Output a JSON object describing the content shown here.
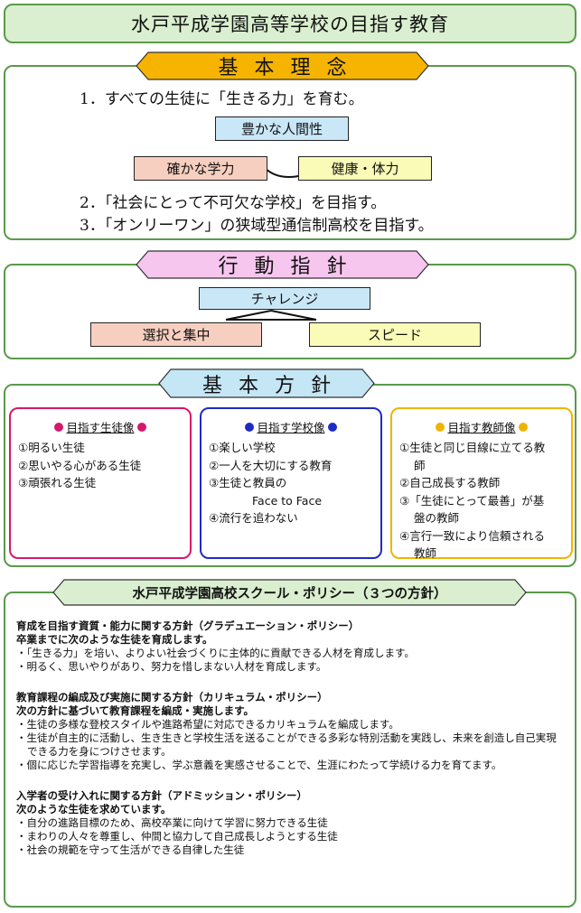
{
  "title": "水戸平成学園高等学校の目指す教育",
  "kihon_rinen": {
    "heading": "基本理念",
    "item1": "1．すべての生徒に「生きる力」を育む。",
    "box_top": "豊かな人間性",
    "box_left": "確かな学力",
    "box_right": "健康・体力",
    "item2": "2．「社会にとって不可欠な学校」を目指す。",
    "item3": "3．「オンリーワン」の狭域型通信制高校を目指す。"
  },
  "koudou_shishin": {
    "heading": "行動指針",
    "box_top": "チャレンジ",
    "box_left": "選択と集中",
    "box_right": "スピード"
  },
  "kihon_houshin": {
    "heading": "基本方針",
    "columns": [
      {
        "title": "目指す生徒像",
        "items": [
          "①明るい生徒",
          "②思いやる心がある生徒",
          "③頑張れる生徒"
        ]
      },
      {
        "title": "目指す学校像",
        "items": [
          "①楽しい学校",
          "②一人を大切にする教育",
          "③生徒と教員の",
          "Face to Face",
          "④流行を追わない"
        ]
      },
      {
        "title": "目指す教師像",
        "items": [
          "①生徒と同じ目線に立てる教",
          "師",
          "②自己成長する教師",
          "③「生徒にとって最善」が基",
          "盤の教師",
          "④言行一致により信頼される",
          "教師"
        ]
      }
    ]
  },
  "school_policy": {
    "heading": "水戸平成学園高校スクール・ポリシー（３つの方針）",
    "blocks": [
      {
        "title": "育成を目指す資質・能力に関する方針（グラデュエーション・ポリシー）",
        "subtitle": "卒業までに次のような生徒を育成します。",
        "items": [
          "・「生きる力」を培い、よりよい社会づくりに主体的に貢献できる人材を育成します。",
          "・明るく、思いやりがあり、努力を惜しまない人材を育成します。"
        ]
      },
      {
        "title": "教育課程の編成及び実施に関する方針（カリキュラム・ポリシー）",
        "subtitle": "次の方針に基づいて教育課程を編成・実施します。",
        "items": [
          "・生徒の多様な登校スタイルや進路希望に対応できるカリキュラムを編成します。",
          "・生徒が自主的に活動し、生き生きと学校生活を送ることができる多彩な特別活動を実践し、未来を創造し自己実現できる力を身につけさせます。",
          "・個に応じた学習指導を充実し、学ぶ意義を実感させることで、生涯にわたって学続ける力を育てます。"
        ]
      },
      {
        "title": "入学者の受け入れに関する方針（アドミッション・ポリシー）",
        "subtitle": "次のような生徒を求めています。",
        "items": [
          "・自分の進路目標のため、高校卒業に向けて学習に努力できる生徒",
          "・まわりの人々を尊重し、仲間と協力して自己成長しようとする生徒",
          "・社会の規範を守って生活ができる自律した生徒"
        ]
      }
    ]
  },
  "colors": {
    "frame_green": "#5a9a4a",
    "title_fill": "#d9efcf",
    "rinen_banner": "#f6b400",
    "shishin_banner": "#f6c6ee",
    "houshin_banner": "#c4e6f5",
    "blue_box": "#c9e7f7",
    "pink_box": "#f7cfc0",
    "yellow_box": "#fbfbb8",
    "student_color": "#d6186a",
    "school_color": "#1f2cc4",
    "teacher_color": "#f0b400"
  }
}
